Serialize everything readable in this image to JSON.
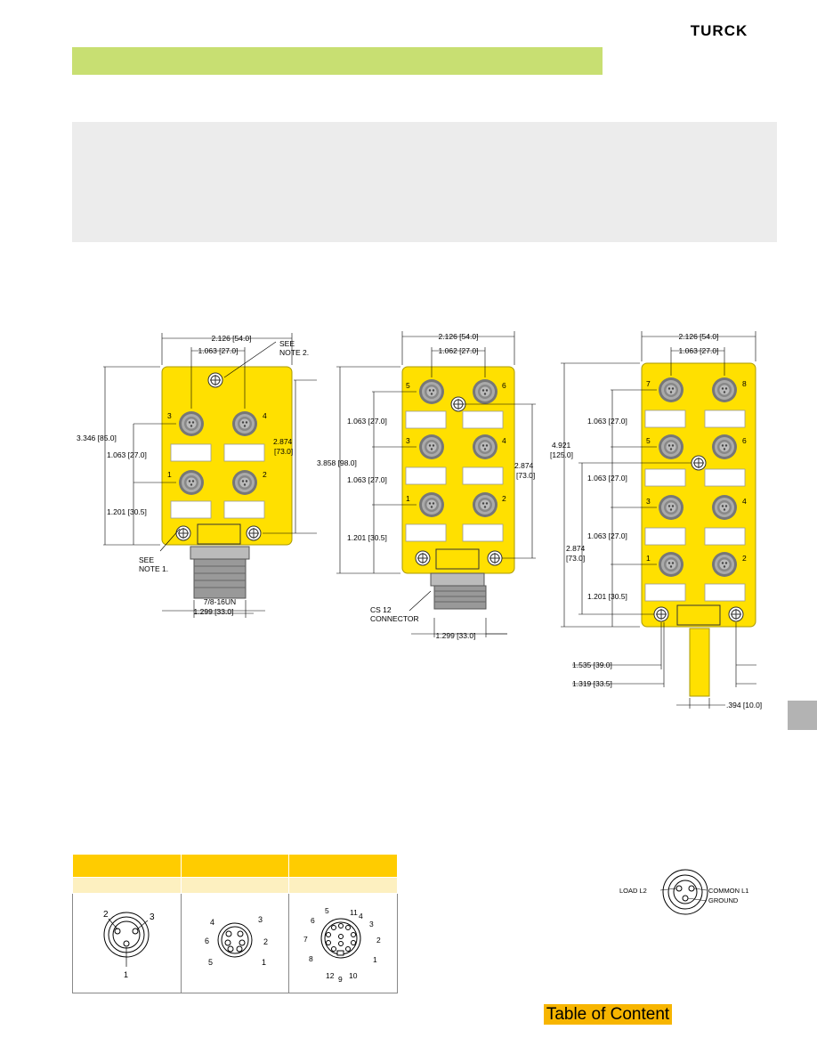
{
  "brand": {
    "logo_text": "TURCK"
  },
  "dimensions": {
    "unit_a": {
      "width": "2.126 [54.0]",
      "half_width": "1.063 [27.0]",
      "see_note_2": [
        "SEE",
        "NOTE 2."
      ],
      "height": "3.346 [85.0]",
      "pitch": "1.063 [27.0]",
      "bottom": "1.201 [30.5]",
      "mount": [
        "2.874",
        "[73.0]"
      ],
      "see_note_1": [
        "SEE",
        "NOTE 1."
      ],
      "thread": "7/8-16UN",
      "base": "1.299 [33.0]",
      "ports": [
        "3",
        "4",
        "1",
        "2"
      ]
    },
    "unit_b": {
      "width": "2.126 [54.0]",
      "half_width": "1.062 [27.0]",
      "height": "3.858 [98.0]",
      "pitch_1": "1.063 [27.0]",
      "pitch_2": "1.063 [27.0]",
      "bottom": "1.201 [30.5]",
      "mount": [
        "2.874",
        "[73.0]"
      ],
      "connector": [
        "CS 12",
        "CONNECTOR"
      ],
      "base": "1.299 [33.0]",
      "ports": [
        "5",
        "6",
        "3",
        "4",
        "1",
        "2"
      ]
    },
    "unit_c": {
      "width": "2.126 [54.0]",
      "half_width": "1.063 [27.0]",
      "height": [
        "4.921",
        "[125.0]"
      ],
      "pitch_1": "1.063 [27.0]",
      "pitch_2": "1.063 [27.0]",
      "pitch_3": "1.063 [27.0]",
      "bottom": "1.201 [30.5]",
      "mount": [
        "2.874",
        "[73.0]"
      ],
      "cable_1": "1.535 [39.0]",
      "cable_2": "1.319 [33.5]",
      "cable_dia": ".394 [10.0]",
      "ports": [
        "7",
        "8",
        "5",
        "6",
        "3",
        "4",
        "1",
        "2"
      ]
    }
  },
  "pinouts": {
    "three_pin": [
      "2",
      "3",
      "1"
    ],
    "six_pin": [
      "4",
      "3",
      "6",
      "2",
      "5",
      "1"
    ],
    "twelve_pin": [
      "5",
      "11",
      "4",
      "6",
      "3",
      "7",
      "2",
      "8",
      "1",
      "12",
      "9",
      "10"
    ]
  },
  "ac_pinout": {
    "load": "LOAD L2",
    "common": "COMMON L1",
    "ground": "GROUND"
  },
  "footer": {
    "toc_label": "Table of Content"
  },
  "colors": {
    "housing": "#ffe000",
    "header_green": "#c8df72",
    "table_header": "#ffcc00",
    "toc": "#f7b500"
  }
}
